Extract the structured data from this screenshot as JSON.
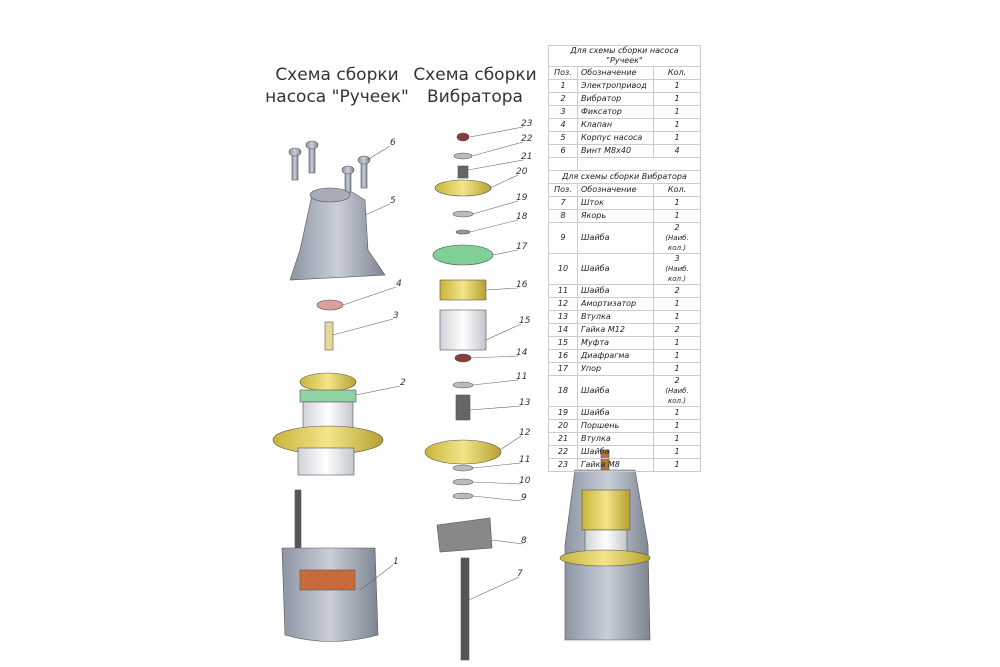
{
  "titles": {
    "pump": [
      "Схема сборки",
      "насоса \"Ручеек\""
    ],
    "vibrator": [
      "Схема сборки",
      "Вибратора"
    ]
  },
  "table": {
    "pump_section": "Для схемы сборки насоса \"Ручеек\"",
    "vibrator_section": "Для схемы сборки Вибратора",
    "headers": {
      "poz": "Поз.",
      "name": "Обозначение",
      "qty": "Кол."
    },
    "pump_rows": [
      {
        "poz": "1",
        "name": "Электропривод",
        "qty": "1"
      },
      {
        "poz": "2",
        "name": "Вибратор",
        "qty": "1"
      },
      {
        "poz": "3",
        "name": "Фиксатор",
        "qty": "1"
      },
      {
        "poz": "4",
        "name": "Клапан",
        "qty": "1"
      },
      {
        "poz": "5",
        "name": "Корпус насоса",
        "qty": "1"
      },
      {
        "poz": "6",
        "name": "Винт М8х40",
        "qty": "4"
      }
    ],
    "vibrator_rows": [
      {
        "poz": "7",
        "name": "Шток",
        "qty": "1"
      },
      {
        "poz": "8",
        "name": "Якорь",
        "qty": "1"
      },
      {
        "poz": "9",
        "name": "Шайба",
        "qty": "2",
        "note": "(Наиб. кол.)"
      },
      {
        "poz": "10",
        "name": "Шайба",
        "qty": "3",
        "note": "(Наиб. кол.)"
      },
      {
        "poz": "11",
        "name": "Шайба",
        "qty": "2"
      },
      {
        "poz": "12",
        "name": "Амортизатор",
        "qty": "1"
      },
      {
        "poz": "13",
        "name": "Втулка",
        "qty": "1"
      },
      {
        "poz": "14",
        "name": "Гайка М12",
        "qty": "2"
      },
      {
        "poz": "15",
        "name": "Муфта",
        "qty": "1"
      },
      {
        "poz": "16",
        "name": "Диафрагма",
        "qty": "1"
      },
      {
        "poz": "17",
        "name": "Упор",
        "qty": "1"
      },
      {
        "poz": "18",
        "name": "Шайба",
        "qty": "2",
        "note": "(Наиб. кол.)"
      },
      {
        "poz": "19",
        "name": "Шайба",
        "qty": "1"
      },
      {
        "poz": "20",
        "name": "Поршень",
        "qty": "1"
      },
      {
        "poz": "21",
        "name": "Втулка",
        "qty": "1"
      },
      {
        "poz": "22",
        "name": "Шайба",
        "qty": "1"
      },
      {
        "poz": "23",
        "name": "Гайка М8",
        "qty": "1"
      }
    ]
  },
  "callouts": {
    "pump": [
      "6",
      "5",
      "4",
      "3",
      "2",
      "1"
    ],
    "vibrator": [
      "23",
      "22",
      "21",
      "20",
      "19",
      "18",
      "17",
      "16",
      "15",
      "14",
      "11",
      "13",
      "12",
      "11",
      "10",
      "9",
      "8",
      "7"
    ]
  }
}
